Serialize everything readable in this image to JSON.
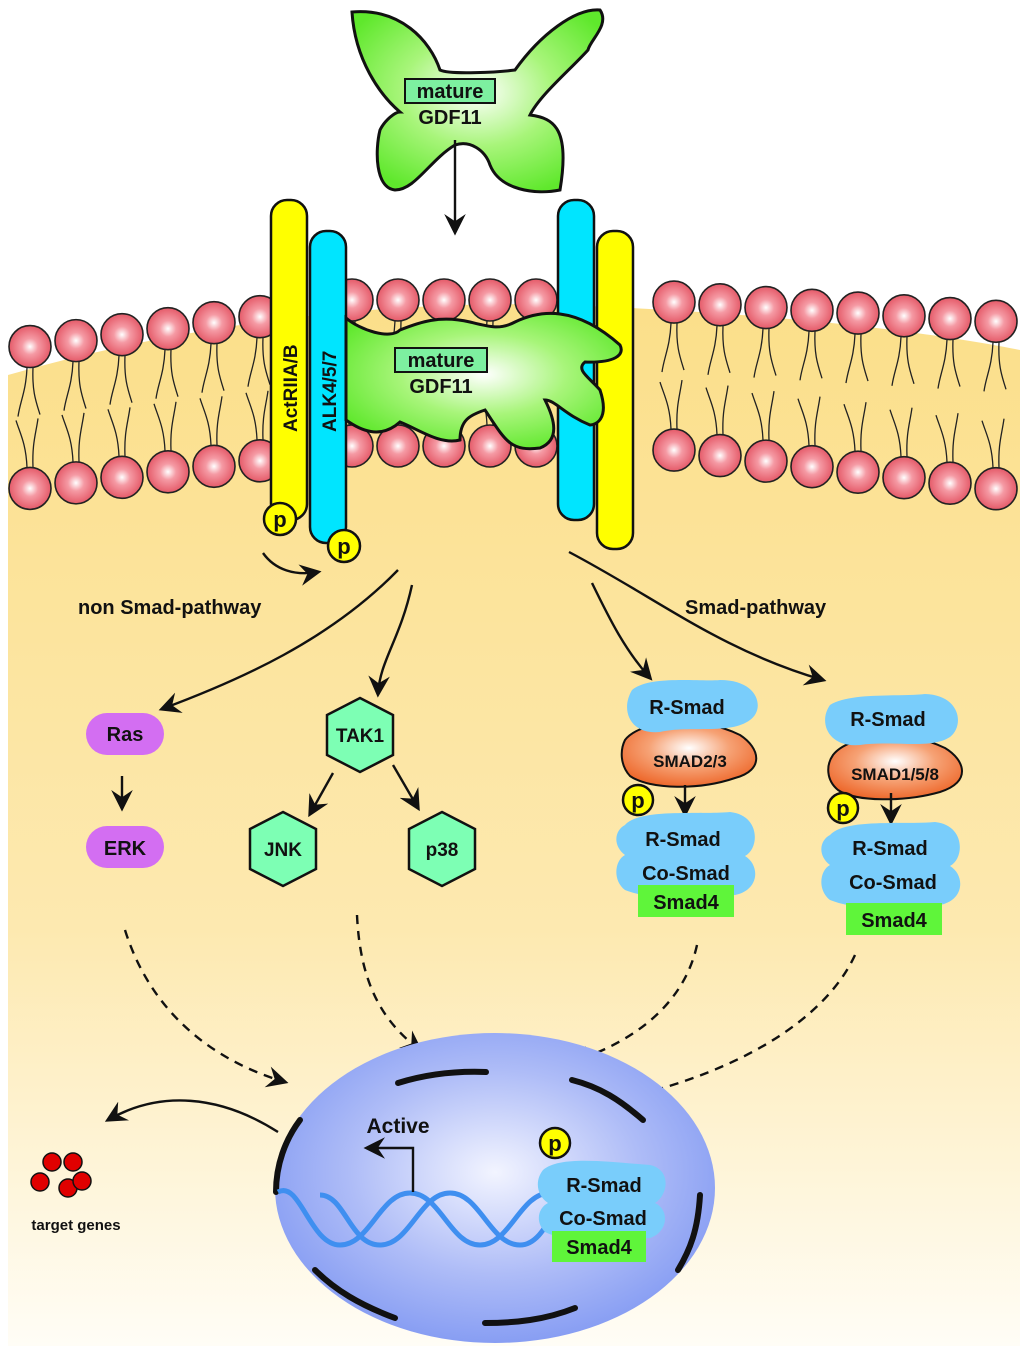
{
  "ligand": {
    "label_boxed": "mature",
    "label_name": "GDF11",
    "color": "#6ef23a"
  },
  "receptors": {
    "type2_label": "ActRIIA/B",
    "type1_label": "ALK4/5/7",
    "type2_color": "#ffff00",
    "type1_color": "#00e5ff",
    "phospho_label": "p"
  },
  "bound_ligand": {
    "label_boxed": "mature",
    "label_name": "GDF11"
  },
  "membrane": {
    "lipid_head_color": "#e85a6a",
    "cytoplasm_color": "#fbe08a"
  },
  "pathways": {
    "non_smad_label": "non Smad-pathway",
    "smad_label": "Smad-pathway"
  },
  "non_smad": {
    "ras": "Ras",
    "erk": "ERK",
    "tak1": "TAK1",
    "jnk": "JNK",
    "p38": "p38",
    "ras_color": "#d36ef2",
    "kinase_color": "#7dffb4"
  },
  "smad_left": {
    "rsmad": "R-Smad",
    "subtype": "SMAD2/3",
    "p": "p",
    "complex_rsmad": "R-Smad",
    "complex_cosmad": "Co-Smad",
    "smad4": "Smad4"
  },
  "smad_right": {
    "rsmad": "R-Smad",
    "subtype": "SMAD1/5/8",
    "p": "p",
    "complex_rsmad": "R-Smad",
    "complex_cosmad": "Co-Smad",
    "smad4": "Smad4"
  },
  "nucleus": {
    "active_label": "Active",
    "p": "p",
    "rsmad": "R-Smad",
    "cosmad": "Co-Smad",
    "smad4": "Smad4",
    "color": "#8aa2f5"
  },
  "output": {
    "target_genes_label": "target genes",
    "gene_color": "#e00000"
  },
  "colors": {
    "smad_blue": "#79cdfb",
    "smad_orange": "#f07a3a",
    "smad4_green": "#5ff53a",
    "phospho_yellow": "#ffff00"
  }
}
